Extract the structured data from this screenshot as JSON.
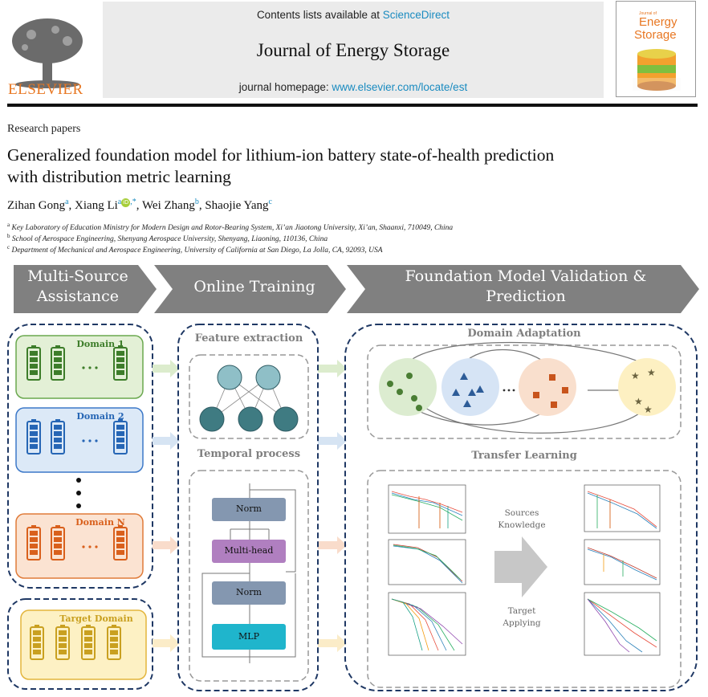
{
  "header": {
    "publisher": "ELSEVIER",
    "contents_prefix": "Contents lists available at ",
    "contents_link": "ScienceDirect",
    "journal_title": "Journal of Energy Storage",
    "homepage_prefix": "journal homepage: ",
    "homepage_link": "www.elsevier.com/locate/est",
    "cover_title_1": "Energy",
    "cover_title_2": "Storage",
    "cover_small": "Journal of"
  },
  "article": {
    "section": "Research papers",
    "title": "Generalized foundation model for lithium-ion battery state-of-health prediction with distribution metric learning",
    "authors": [
      {
        "name": "Zihan Gong",
        "sup": "a"
      },
      {
        "name": "Xiang Li",
        "sup": "a",
        "extra": ",*"
      },
      {
        "name": "Wei Zhang",
        "sup": "b"
      },
      {
        "name": "Shaojie Yang",
        "sup": "c"
      }
    ],
    "affiliations": [
      {
        "sup": "a",
        "text": "Key Laboratory of Education Ministry for Modern Design and Rotor-Bearing System, Xi’an Jiaotong University, Xi’an, Shaanxi, 710049, China"
      },
      {
        "sup": "b",
        "text": "School of Aerospace Engineering, Shenyang Aerospace University, Shenyang, Liaoning, 110136, China"
      },
      {
        "sup": "c",
        "text": "Department of Mechanical and Aerospace Engineering, University of California at San Diego, La Jolla, CA, 92093, USA"
      }
    ]
  },
  "figure": {
    "stages": [
      "Multi-Source Assistance",
      "Online Training",
      "Foundation Model Validation & Prediction"
    ],
    "domains": [
      {
        "label": "Domain 1",
        "fill": "#e3f0d6",
        "stroke": "#6aa84f",
        "battery": "#3d7d2a"
      },
      {
        "label": "Domain 2",
        "fill": "#dce9f7",
        "stroke": "#3c78c8",
        "battery": "#2666b5"
      },
      {
        "label": "Domain N",
        "fill": "#fbe3d2",
        "stroke": "#e07b39",
        "battery": "#d9601c"
      }
    ],
    "target_domain": "Target Domain",
    "ellipsis": "• • •",
    "feature_extraction": "Feature extraction",
    "temporal_process": "Temporal process",
    "blocks": [
      "Norm",
      "Multi-head",
      "Norm",
      "MLP"
    ],
    "domain_adaptation": "Domain Adaptation",
    "transfer_learning": "Transfer Learning",
    "sources_knowledge": "Sources Knowledge",
    "target_applying": "Target Applying"
  }
}
